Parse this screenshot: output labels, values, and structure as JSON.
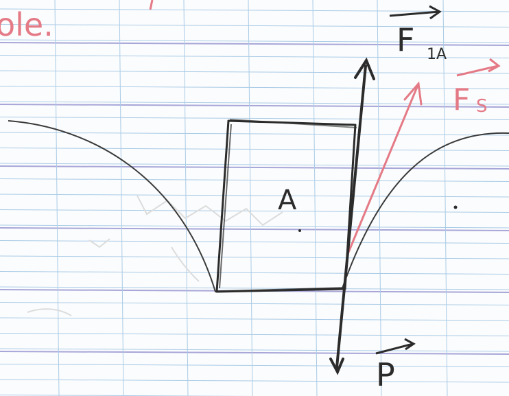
{
  "diagram": {
    "top_left_text": "ole.",
    "block_label": "A",
    "forces": [
      {
        "label": "F",
        "subscript": "1A",
        "color": "#2b2b2b"
      },
      {
        "label": "F",
        "subscript": "S",
        "color": "#e47a86"
      },
      {
        "label": "P",
        "subscript": "",
        "color": "#2b2b2b"
      }
    ]
  },
  "colors": {
    "paper": "#fbfcfd",
    "fine_rule": "#a9cbe6",
    "major_rule": "#a7a6d8",
    "pencil": "#2b2b2b",
    "red_ink": "#e47a86",
    "faint_text": "#d6d6d6"
  }
}
